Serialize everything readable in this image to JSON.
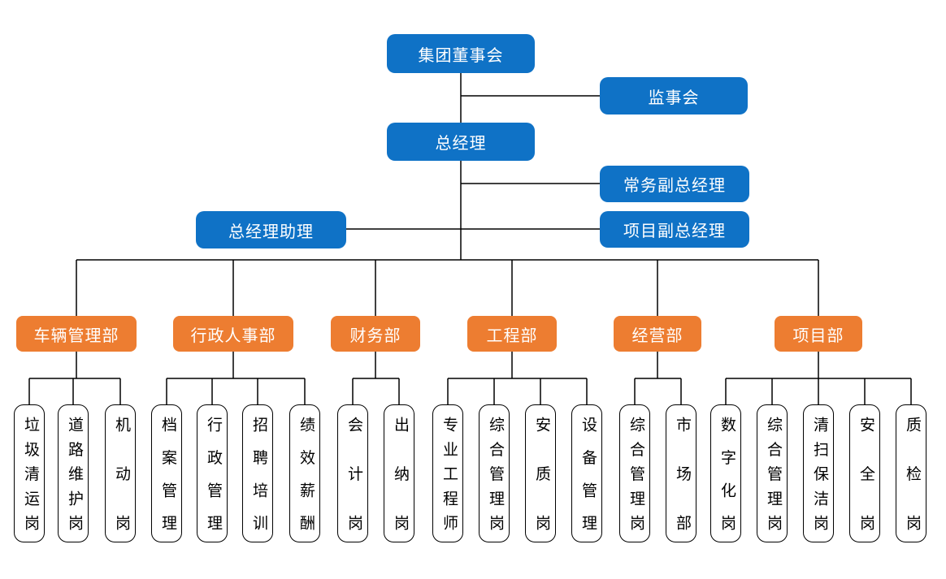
{
  "colors": {
    "executive_box": "#0F72C6",
    "department_box": "#ED7D31",
    "connector": "#000000",
    "position_border": "#000000"
  },
  "executive": {
    "board": "集团董事会",
    "supervisory_board": "监事会",
    "general_manager": "总经理",
    "executive_deputy_gm": "常务副总经理",
    "project_deputy_gm": "项目副总经理",
    "gm_assistant": "总经理助理"
  },
  "departments": [
    {
      "label": "车辆管理部",
      "positions": [
        "垃圾清运岗",
        "道路维护岗",
        "机动岗"
      ]
    },
    {
      "label": "行政人事部",
      "positions": [
        "档案管理",
        "行政管理",
        "招聘培训",
        "绩效薪酬"
      ]
    },
    {
      "label": "财务部",
      "positions": [
        "会计岗",
        "出纳岗"
      ]
    },
    {
      "label": "工程部",
      "positions": [
        "专业工程师",
        "综合管理岗",
        "安质岗",
        "设备管理"
      ]
    },
    {
      "label": "经营部",
      "positions": [
        "综合管理岗",
        "市场部"
      ]
    },
    {
      "label": "项目部",
      "positions": [
        "数字化岗",
        "综合管理岗",
        "清扫保洁岗",
        "安全岗",
        "质检岗"
      ]
    }
  ]
}
